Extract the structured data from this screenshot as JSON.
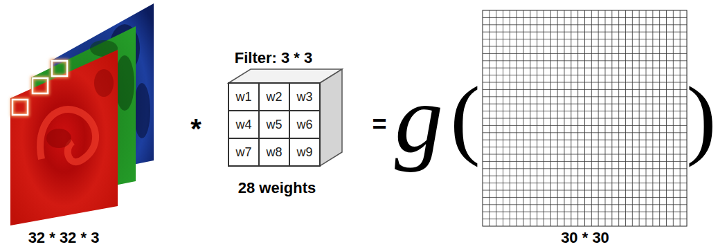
{
  "diagram": {
    "nodes": [
      {
        "text": [
          "Filter: 3 * 3"
        ]
      },
      {
        "text": [
          "w1"
        ],
        "in": 0
      },
      {
        "text": [
          "w2"
        ],
        "in": 0
      },
      {
        "text": [
          "w3"
        ],
        "in": 0
      },
      {
        "text": [
          "w4"
        ],
        "in": 0
      },
      {
        "text": [
          "w5"
        ],
        "in": 0
      },
      {
        "text": [
          "w6"
        ],
        "in": 0
      },
      {
        "text": [
          "w7"
        ],
        "in": 0
      },
      {
        "text": [
          "w8"
        ],
        "in": 0
      },
      {
        "text": [
          "w9"
        ],
        "in": 0
      }
    ],
    "labels": [
      "*",
      "28 weights",
      "=",
      "g",
      "(",
      ")",
      "32 * 32 * 3",
      "30 * 30"
    ]
  }
}
